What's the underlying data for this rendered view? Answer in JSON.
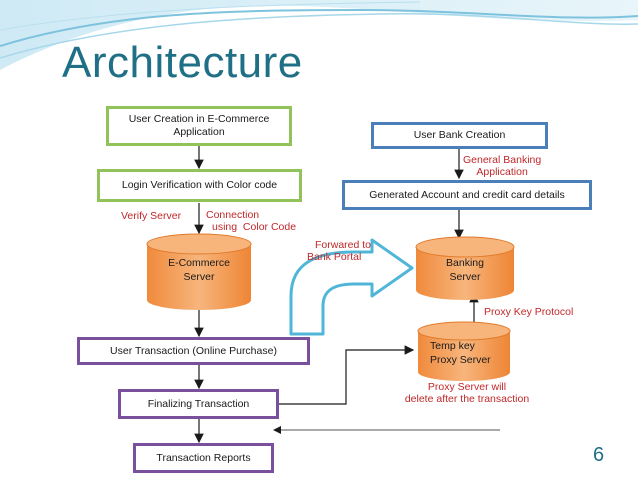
{
  "title": "Architecture",
  "page_number": "6",
  "boxes": {
    "user_creation": "User Creation in E-Commerce Application",
    "login_verification": "Login Verification with Color code",
    "user_transaction": "User Transaction (Online Purchase)",
    "finalizing": "Finalizing Transaction",
    "reports": "Transaction Reports",
    "bank_creation": "User Bank Creation",
    "account_details": "Generated Account and credit card details"
  },
  "cylinders": {
    "ecommerce_server": [
      "E-Commerce",
      "Server"
    ],
    "banking_server": [
      "Banking",
      "Server"
    ],
    "proxy_server": [
      "Temp key",
      "Proxy Server"
    ]
  },
  "labels": {
    "verify_server": "Verify Server",
    "connection": [
      "Connection",
      "using  Color Code"
    ],
    "forward": [
      "Forwared to",
      "Bank Portal"
    ],
    "general_banking": [
      "General Banking",
      "Application"
    ],
    "proxy_protocol": "Proxy Key Protocol",
    "proxy_delete": [
      "Proxy Server will",
      "delete after the transaction"
    ]
  },
  "colors": {
    "title": "#1f6f86",
    "green_border": "#92c25a",
    "purple_border": "#7a4f9c",
    "blue_border": "#4a7fb9",
    "cylinder_fill": "#f5a35c",
    "label_red": "#c0282a",
    "arrow_blue": "#4fb6d8"
  }
}
